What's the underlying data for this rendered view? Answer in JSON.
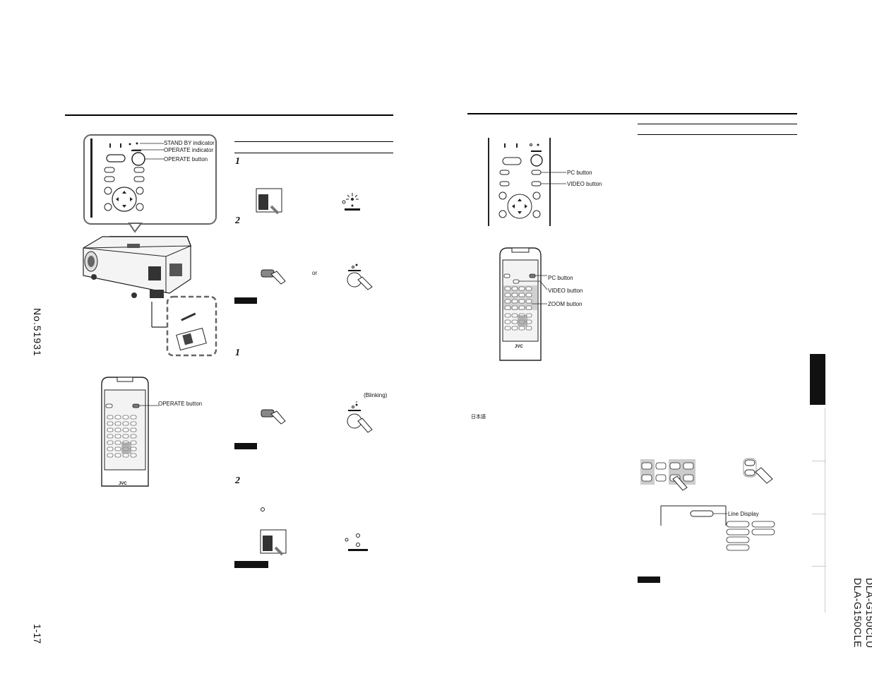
{
  "side": {
    "doc_number": "No.51931",
    "page_number": "1-17",
    "model_line1": "DLA-G150CLU",
    "model_line2": "DLA-G150CLE"
  },
  "left_page": {
    "callouts": {
      "standby_indicator": "STAND BY indicator",
      "operate_indicator": "OPERATE indicator",
      "operate_button_top": "OPERATE button",
      "operate_button_remote": "OPERATE button"
    },
    "steps": [
      "1",
      "2",
      "1",
      "2"
    ],
    "or_text": "or",
    "blinking_text": "(Blinking)",
    "remote_brand": "JVC"
  },
  "right_page": {
    "callouts": {
      "pc_button_panel": "PC button",
      "video_button_panel": "VIDEO button",
      "pc_button_remote": "PC button",
      "video_button_remote": "VIDEO button",
      "zoom_button_remote": "ZOOM button",
      "line_display": "Line Display"
    },
    "language_label": "日本語",
    "remote_brand": "JVC"
  },
  "colors": {
    "ink": "#111111",
    "panel_outline": "#555555",
    "gray_fill": "#bdbdbd",
    "tab_dark": "#111111"
  }
}
